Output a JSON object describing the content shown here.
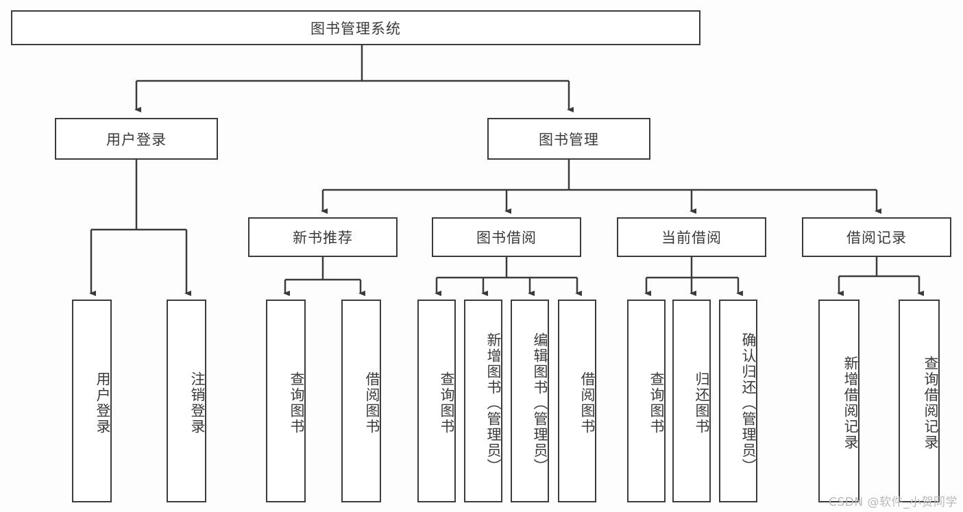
{
  "diagram": {
    "title": "图书管理系统",
    "type": "tree",
    "colors": {
      "stroke": "#3b3b3b",
      "fill": "#ffffff",
      "text": "#3a3a3a",
      "background": "#fdfdfd",
      "watermark": "#b9b9b9"
    },
    "root": {
      "label": "图书管理系统"
    },
    "level2": [
      {
        "label": "用户登录"
      },
      {
        "label": "图书管理"
      }
    ],
    "level3": [
      {
        "label": "新书推荐"
      },
      {
        "label": "图书借阅"
      },
      {
        "label": "当前借阅"
      },
      {
        "label": "借阅记录"
      }
    ],
    "leaves": {
      "user_login": [
        {
          "label": "用户登录"
        },
        {
          "label": "注销登录"
        }
      ],
      "new_book": [
        {
          "label": "查询图书"
        },
        {
          "label": "借阅图书"
        }
      ],
      "book_borrow": [
        {
          "label": "查询图书"
        },
        {
          "label": "新增图书（管理员）"
        },
        {
          "label": "编辑图书（管理员）"
        },
        {
          "label": "借阅图书"
        }
      ],
      "current_borrow": [
        {
          "label": "查询图书"
        },
        {
          "label": "归还图书"
        },
        {
          "label": "确认归还（管理员）"
        }
      ],
      "borrow_record": [
        {
          "label": "新增借阅记录"
        },
        {
          "label": "查询借阅记录"
        }
      ]
    },
    "watermark": "CSDN @软件_小贺同学"
  }
}
